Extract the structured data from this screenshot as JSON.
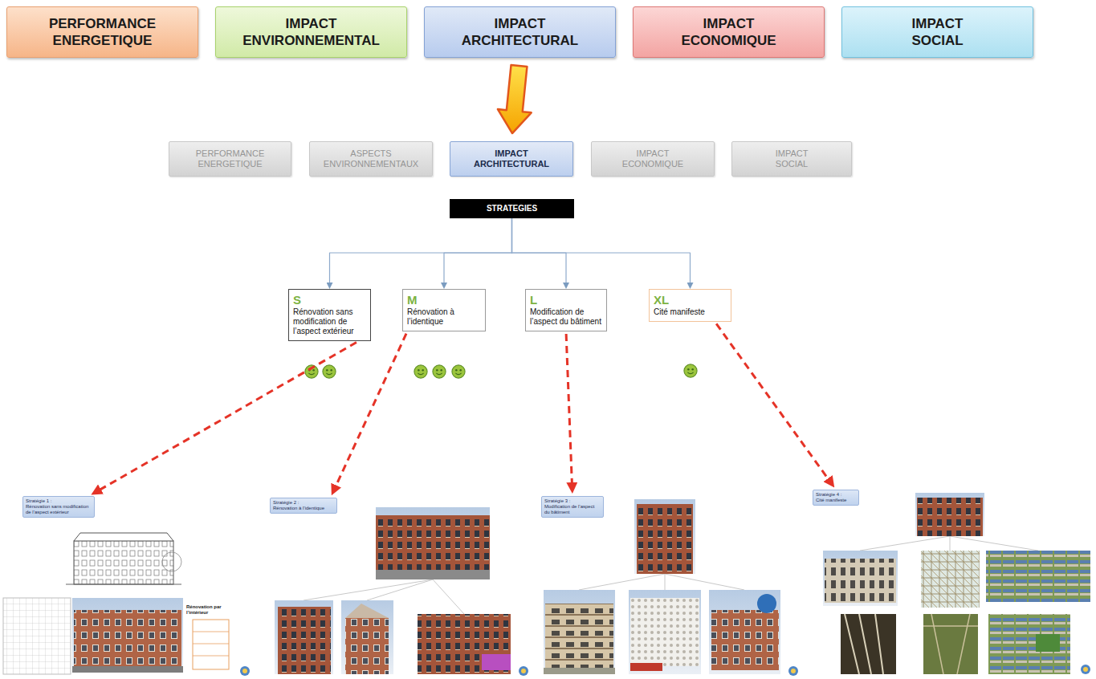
{
  "diagram": {
    "nodes": [
      {
        "text": [
          "PERFORMANCE ENERGETIQUE"
        ]
      },
      {
        "text": [
          "IMPACT ENVIRONNEMENTAL"
        ]
      },
      {
        "text": [
          "IMPACT ARCHITECTURAL"
        ]
      },
      {
        "text": [
          "IMPACT ECONOMIQUE"
        ]
      },
      {
        "text": [
          "IMPACT SOCIAL"
        ]
      },
      {
        "text": [
          "PERFORMANCE ENERGETIQUE"
        ]
      },
      {
        "text": [
          "ASPECTS ENVIRONNEMENTAUX"
        ]
      },
      {
        "text": [
          "IMPACT ARCHITECTURAL"
        ]
      },
      {
        "text": [
          "IMPACT ECONOMIQUE"
        ]
      },
      {
        "text": [
          "IMPACT SOCIAL"
        ]
      },
      {
        "text": [
          "STRATEGIES"
        ]
      },
      {
        "text": [
          "S",
          "Rénovation sans modification de l’aspect extérieur"
        ]
      },
      {
        "text": [
          "M",
          "Rénovation à l’identique"
        ]
      },
      {
        "text": [
          "L",
          "Modification de l’aspect du bâtiment"
        ]
      },
      {
        "text": [
          "XL",
          "Cité manifeste"
        ]
      },
      {
        "text": [
          "Stratégie 1 :",
          "Rénovation sans modification de l’aspect extérieur"
        ]
      },
      {
        "text": [
          "Stratégie 2 :",
          "Rénovation à l’identique"
        ]
      },
      {
        "text": [
          "Stratégie 3 :",
          "Modification de l’aspect du bâtiment"
        ]
      },
      {
        "text": [
          "Stratégie 4 :",
          "Cité manifeste"
        ]
      }
    ],
    "edges": [
      {
        "from": 2,
        "to": 7,
        "arrow": "to"
      },
      {
        "from": 10,
        "to": 11,
        "arrow": "to"
      },
      {
        "from": 10,
        "to": 12,
        "arrow": "to"
      },
      {
        "from": 10,
        "to": 13,
        "arrow": "to"
      },
      {
        "from": 10,
        "to": 14,
        "arrow": "to"
      },
      {
        "from": 11,
        "to": 15,
        "arrow": "to"
      },
      {
        "from": 12,
        "to": 16,
        "arrow": "to"
      },
      {
        "from": 13,
        "to": 17,
        "arrow": "to"
      },
      {
        "from": 14,
        "to": 18,
        "arrow": "to"
      }
    ],
    "labels": [
      "Rénovation par l’intérieur"
    ]
  }
}
